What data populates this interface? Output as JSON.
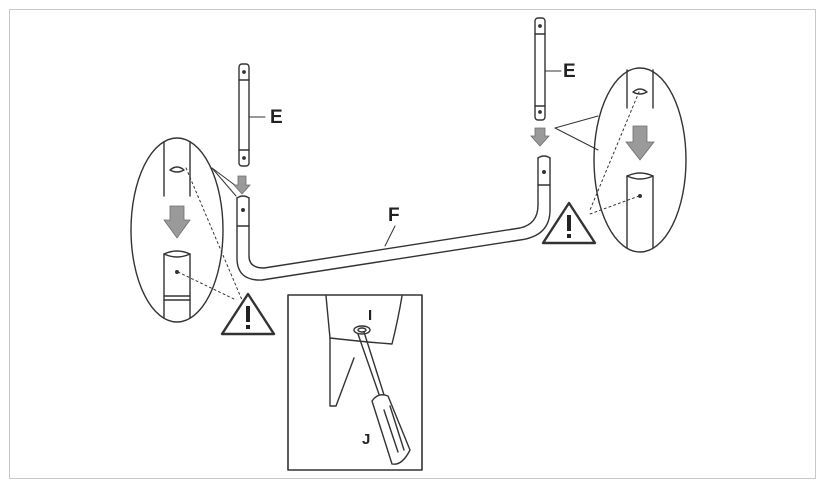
{
  "labels": {
    "e_left": "E",
    "e_right": "E",
    "f": "F",
    "i": "I",
    "j": "J"
  },
  "icons": {
    "warning_left": "warning-triangle-icon",
    "warning_right": "warning-triangle-icon",
    "arrow": "down-arrow-icon"
  },
  "colors": {
    "line": "#333333",
    "arrow_fill": "#9a9a9a",
    "frame_border": "#c8c8c8"
  }
}
